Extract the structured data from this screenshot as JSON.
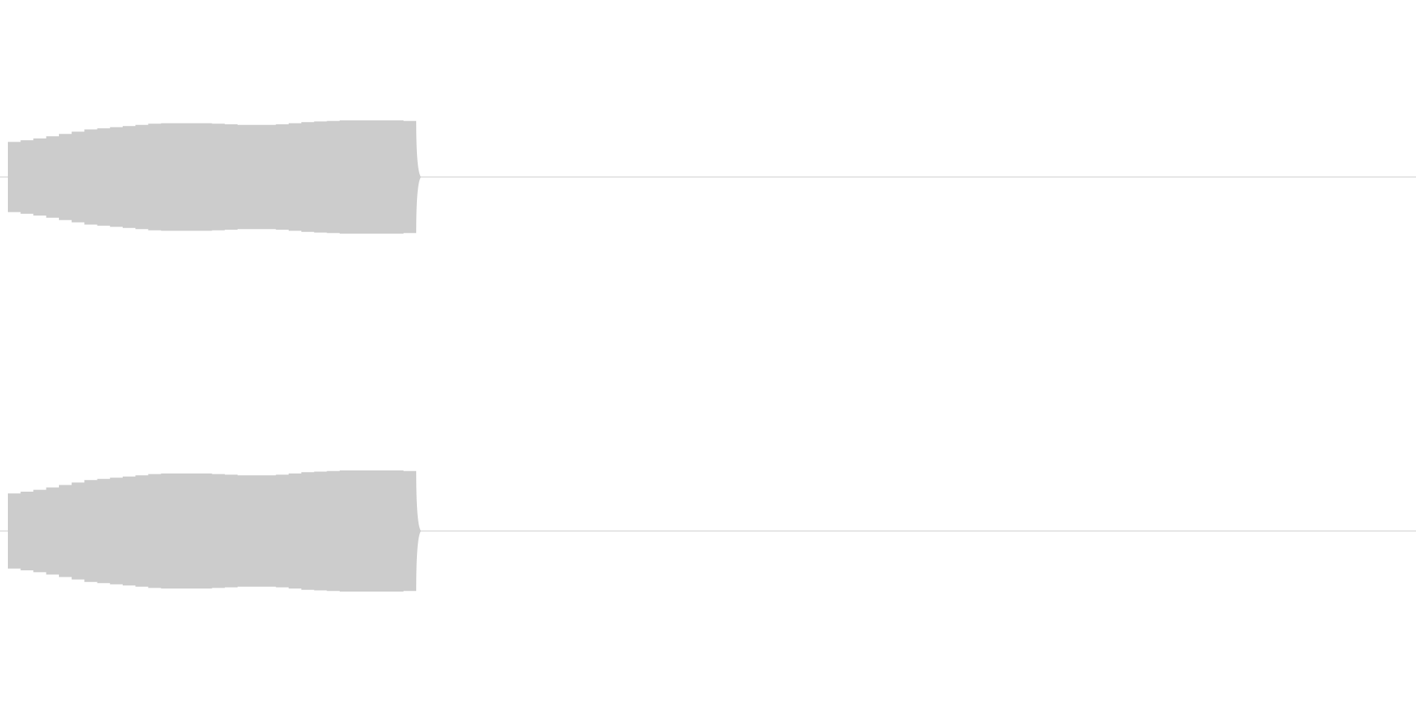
{
  "colors": {
    "background": "#ffffff",
    "waveform": "#cccccc",
    "baseline": "#cccccc"
  },
  "audio": {
    "channel_count": 2,
    "active_fraction": 0.29,
    "channels": [
      {
        "name_hint": "left",
        "peak_envelope": [
          0.62,
          0.65,
          0.68,
          0.72,
          0.76,
          0.8,
          0.84,
          0.86,
          0.88,
          0.9,
          0.92,
          0.94,
          0.95,
          0.95,
          0.95,
          0.95,
          0.94,
          0.93,
          0.92,
          0.92,
          0.92,
          0.93,
          0.95,
          0.97,
          0.98,
          0.99,
          1.0,
          1.0,
          1.0,
          1.0,
          1.0,
          0.99
        ]
      },
      {
        "name_hint": "right",
        "peak_envelope": [
          0.62,
          0.65,
          0.68,
          0.72,
          0.76,
          0.8,
          0.84,
          0.86,
          0.88,
          0.9,
          0.92,
          0.94,
          0.95,
          0.95,
          0.95,
          0.95,
          0.94,
          0.93,
          0.92,
          0.92,
          0.92,
          0.93,
          0.95,
          0.97,
          0.98,
          0.99,
          1.0,
          1.0,
          1.0,
          1.0,
          1.0,
          0.99
        ]
      }
    ]
  }
}
